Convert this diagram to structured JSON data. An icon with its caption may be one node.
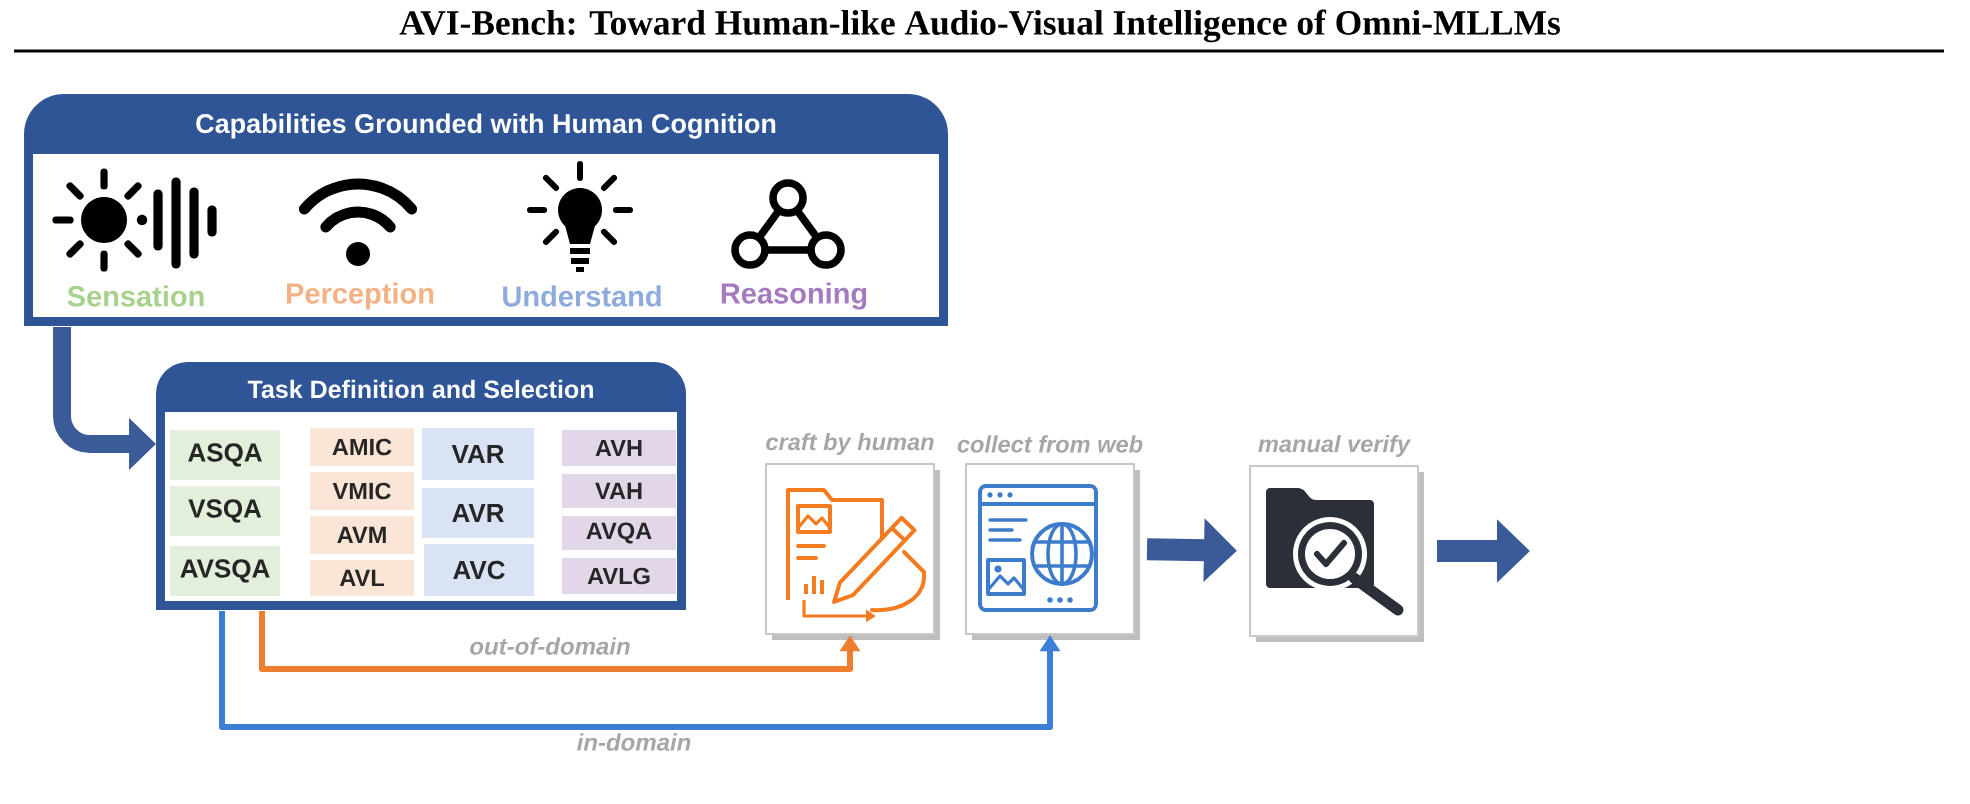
{
  "diagram": {
    "title": "AVI-Bench: Toward Human-like Audio-Visual Intelligence of Omni-MLLMs",
    "nodes": [
      {
        "text": [
          "Capabilities Grounded with Human Cognition"
        ]
      },
      {
        "text": [
          "Task Definition and Selection"
        ]
      },
      {
        "text": [
          "ASQA"
        ],
        "in": 1
      },
      {
        "text": [
          "VSQA"
        ],
        "in": 1
      },
      {
        "text": [
          "AVSQA"
        ],
        "in": 1
      },
      {
        "text": [
          "AMIC"
        ],
        "in": 1
      },
      {
        "text": [
          "VMIC"
        ],
        "in": 1
      },
      {
        "text": [
          "AVM"
        ],
        "in": 1
      },
      {
        "text": [
          "AVL"
        ],
        "in": 1
      },
      {
        "text": [
          "VAR"
        ],
        "in": 1
      },
      {
        "text": [
          "AVR"
        ],
        "in": 1
      },
      {
        "text": [
          "AVC"
        ],
        "in": 1
      },
      {
        "text": [
          "AVH"
        ],
        "in": 1
      },
      {
        "text": [
          "VAH"
        ],
        "in": 1
      },
      {
        "text": [
          "AVQA"
        ],
        "in": 1
      },
      {
        "text": [
          "AVLG"
        ],
        "in": 1
      },
      {
        "text": [
          "craft by human"
        ]
      },
      {
        "text": [
          "collect from web"
        ]
      },
      {
        "text": [
          "manual verify"
        ]
      }
    ],
    "edges": [
      {
        "from": 0,
        "to": 1,
        "arrow": "to"
      },
      {
        "from": 1,
        "to": 16,
        "arrow": "to",
        "label": "out-of-domain",
        "color": "#ed7d31"
      },
      {
        "from": 1,
        "to": 17,
        "arrow": "to",
        "label": "in-domain",
        "color": "#3a7fd5"
      },
      {
        "from": 17,
        "to": 18,
        "arrow": "to"
      },
      {
        "from": 18,
        "to": null,
        "arrow": "to"
      }
    ],
    "labels": [
      "Sensation",
      "Perception",
      "Understand",
      "Reasoning"
    ]
  }
}
